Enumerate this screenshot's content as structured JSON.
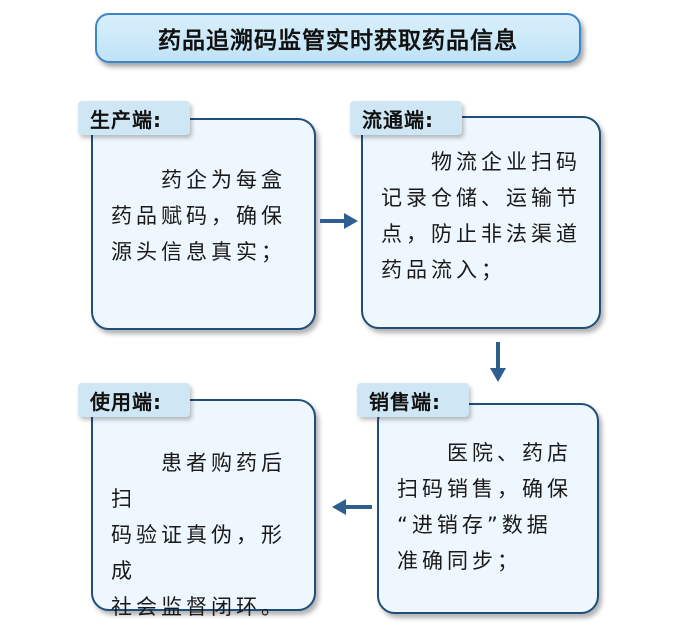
{
  "title": "药品追溯码监管实时获取药品信息",
  "nodes": {
    "production": {
      "label": "生产端:",
      "text": "　　药企为每盒\n药品赋码，确保\n源头信息真实；"
    },
    "circulation": {
      "label": "流通端:",
      "text": "　　物流企业扫码\n记录仓储、运输节\n点，防止非法渠道\n药品流入；"
    },
    "sales": {
      "label": "销售端:",
      "text": "　　医院、药店\n扫码销售，确保\n“进销存”数据\n准确同步；"
    },
    "usage": {
      "label": "使用端:",
      "text": "　　患者购药后扫\n码验证真伪，形成\n社会监督闭环。"
    }
  },
  "colors": {
    "accent": "#3a86c8",
    "border": "#1f4e7a",
    "box_fill": "#eef7fd",
    "tag_fill": "#cfe6f5",
    "arrow": "#2e5f8e"
  }
}
